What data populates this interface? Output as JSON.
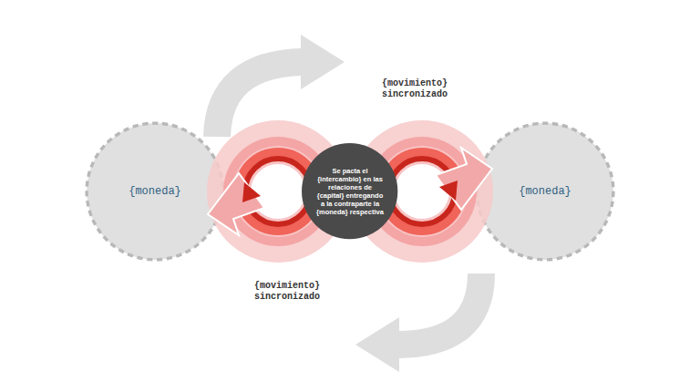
{
  "diagram": {
    "nodes": [
      {
        "text": [
          "{moneda}"
        ]
      },
      {
        "text": [
          "Se pacta el {intercambio} en las relaciones de {capital} entregando a la contraparte la {moneda} respectiva"
        ]
      },
      {
        "text": [
          "{moneda}"
        ]
      }
    ],
    "labels": [
      "{movimiento} sincronizado",
      "{movimiento} sincronizado"
    ]
  }
}
